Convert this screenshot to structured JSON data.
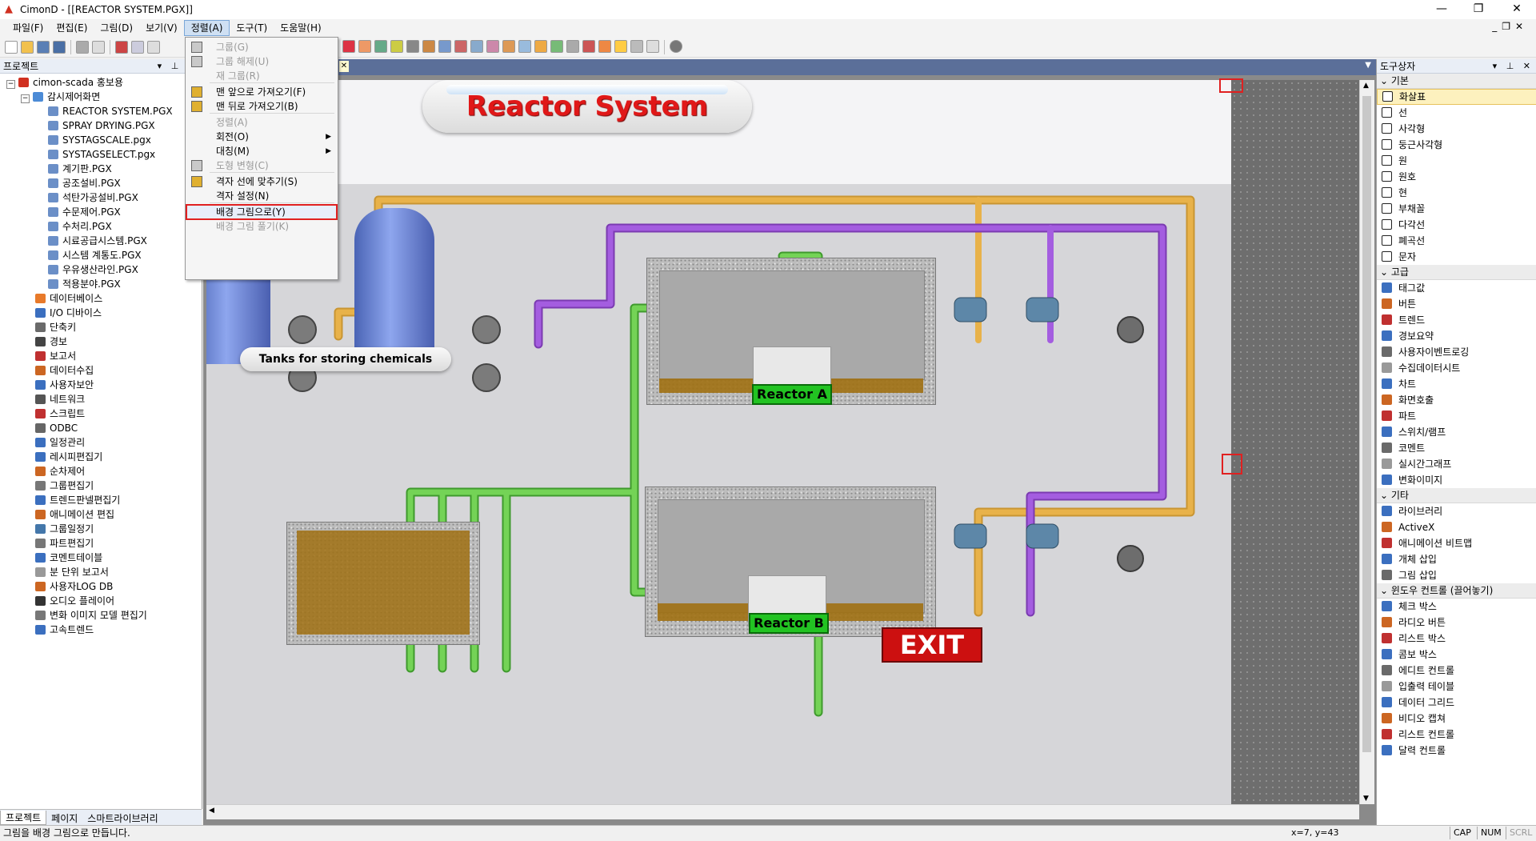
{
  "window": {
    "title": "CimonD - [[REACTOR SYSTEM.PGX]]"
  },
  "menu": [
    "파일(F)",
    "편집(E)",
    "그림(D)",
    "보기(V)",
    "정렬(A)",
    "도구(T)",
    "도움말(H)"
  ],
  "dropdown": {
    "items": [
      {
        "label": "그룹(G)",
        "disabled": true
      },
      {
        "label": "그룹 해제(U)",
        "disabled": true
      },
      {
        "label": "재 그룹(R)",
        "disabled": true
      },
      {
        "label": "맨 앞으로 가져오기(F)",
        "disabled": false
      },
      {
        "label": "맨 뒤로 가져오기(B)",
        "disabled": false
      },
      {
        "label": "정렬(A)",
        "disabled": true
      },
      {
        "label": "회전(O)",
        "disabled": false
      },
      {
        "label": "대칭(M)",
        "disabled": false
      },
      {
        "label": "도형 변형(C)",
        "disabled": true
      },
      {
        "label": "격자 선에 맞추기(S)",
        "disabled": false
      },
      {
        "label": "격자 설정(N)",
        "disabled": false
      },
      {
        "label": "배경 그림으로(Y)",
        "disabled": false
      },
      {
        "label": "배경 그림 풀기(K)",
        "disabled": true
      }
    ]
  },
  "left_panel": {
    "header": "프로젝트",
    "root": "cimon-scada 홍보용",
    "folder": "감시제어화면",
    "pages": [
      "REACTOR SYSTEM.PGX",
      "SPRAY DRYING.PGX",
      "SYSTAGSCALE.pgx",
      "SYSTAGSELECT.pgx",
      "계기판.PGX",
      "공조설비.PGX",
      "석탄가공설비.PGX",
      "수문제어.PGX",
      "수처리.PGX",
      "시료공급시스템.PGX",
      "시스템 계통도.PGX",
      "우유생산라인.PGX",
      "적용분야.PGX"
    ],
    "nodes": [
      "데이터베이스",
      "I/O 디바이스",
      "단축키",
      "경보",
      "보고서",
      "데이터수집",
      "사용자보안",
      "네트워크",
      "스크립트",
      "ODBC",
      "일정관리",
      "레시피편집기",
      "순차제어",
      "그룹편집기",
      "트렌드판넬편집기",
      "애니메이션 편집",
      "그룹일정기",
      "파트편집기",
      "코멘트테이블",
      "분 단위 보고서",
      "사용자LOG DB",
      "오디오 플레이어",
      "변화 이미지 모델 편집기",
      "고속트렌드"
    ],
    "tabs": [
      "프로젝트",
      "페이지",
      "스마트라이브러리"
    ]
  },
  "right_panel": {
    "header": "도구상자",
    "sections": [
      {
        "title": "기본",
        "items": [
          "화살표",
          "선",
          "사각형",
          "둥근사각형",
          "원",
          "원호",
          "현",
          "부채꼴",
          "다각선",
          "폐곡선",
          "문자"
        ]
      },
      {
        "title": "고급",
        "items": [
          "태그값",
          "버튼",
          "트렌드",
          "경보요약",
          "사용자이벤트로깅",
          "수집데이터시트",
          "차트",
          "화면호출",
          "파트",
          "스위치/램프",
          "코멘트",
          "실시간그래프",
          "변화이미지"
        ]
      },
      {
        "title": "기타",
        "items": [
          "라이브러리",
          "ActiveX",
          "애니메이션 비트맵",
          "개체 삽입",
          "그림 삽입"
        ]
      },
      {
        "title": "윈도우 컨트롤 (끌어놓기)",
        "items": [
          "체크 박스",
          "라디오 버튼",
          "리스트 박스",
          "콤보 박스",
          "에디트 컨트롤",
          "입출력 테이블",
          "데이터 그리드",
          "비디오 캡쳐",
          "리스트 컨트롤",
          "달력 컨트롤"
        ]
      }
    ]
  },
  "canvas": {
    "title": "Reactor System",
    "tanks_label": "Tanks for storing chemicals",
    "reactor_a": "Reactor A",
    "reactor_b": "Reactor B",
    "exit": "EXIT"
  },
  "status": {
    "message": "그림을 배경 그림으로 만듭니다.",
    "coords": "x=7, y=43",
    "cap": "CAP",
    "num": "NUM",
    "scrl": "SCRL"
  },
  "colors": {
    "pipe_yellow": "#e8b24a",
    "pipe_purple": "#9a4fd1",
    "pipe_green": "#69c94a",
    "title_red": "#e01818",
    "reactor_green": "#22c322"
  }
}
